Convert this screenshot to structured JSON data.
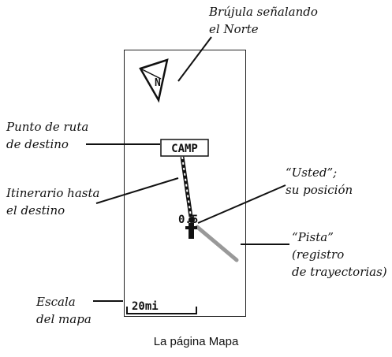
{
  "screen": {
    "compass_letter": "N",
    "waypoint_label": "CAMP",
    "position_label": "0.5",
    "scale_label": "20mi"
  },
  "callouts": {
    "compass": [
      "Brújula señalando",
      "el Norte"
    ],
    "waypoint": [
      "Punto de ruta",
      "de destino"
    ],
    "route": [
      "Itinerario hasta",
      "el destino"
    ],
    "you": [
      "“Usted”;",
      "su posición"
    ],
    "track": [
      "“Pista”",
      "(registro",
      "de trayectorias)"
    ],
    "scale": [
      "Escala",
      "del mapa"
    ]
  },
  "caption": "La página Mapa",
  "colors": {
    "track": "#999999",
    "ink": "#111111"
  }
}
